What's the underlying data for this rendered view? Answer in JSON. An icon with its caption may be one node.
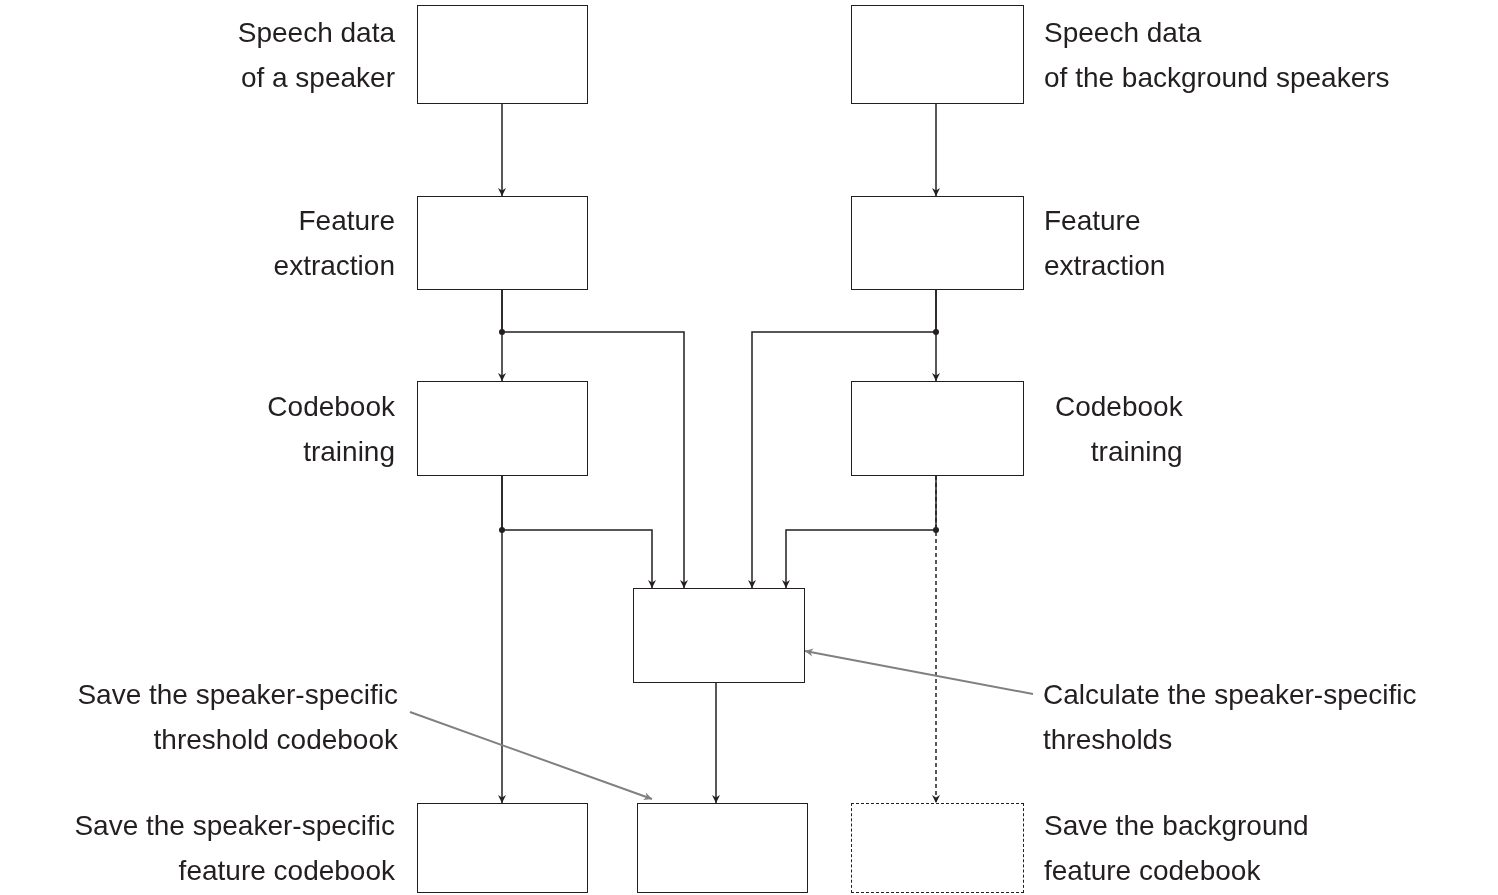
{
  "diagram": {
    "nodes": [
      {
        "text": [],
        "shape": "box",
        "beside": [
          "Speech data of a speaker"
        ]
      },
      {
        "text": [],
        "shape": "box",
        "beside": [
          "Speech data of the background speakers"
        ]
      },
      {
        "text": [],
        "shape": "box",
        "beside": [
          "Feature extraction"
        ]
      },
      {
        "text": [],
        "shape": "box",
        "beside": [
          "Feature extraction"
        ]
      },
      {
        "text": [],
        "shape": "box",
        "beside": [
          "Codebook training"
        ]
      },
      {
        "text": [],
        "shape": "box",
        "beside": [
          "Codebook training"
        ]
      },
      {
        "text": [],
        "shape": "box"
      },
      {
        "text": [
          "Save the speaker-specific threshold codebook"
        ]
      },
      {
        "text": [
          "Calculate the speaker-specific thresholds"
        ]
      },
      {
        "text": [],
        "shape": "box",
        "beside": [
          "Save the speaker-specific feature codebook"
        ]
      },
      {
        "text": [],
        "shape": "box"
      },
      {
        "text": [],
        "shape": "box",
        "beside": [
          "Save the background feature codebook"
        ]
      }
    ],
    "edges": [
      {
        "from": 0,
        "to": 2,
        "arrow": "to"
      },
      {
        "from": 1,
        "to": 3,
        "arrow": "to"
      },
      {
        "from": 2,
        "to": 4,
        "arrow": "to"
      },
      {
        "from": 2,
        "to": 6,
        "arrow": "to"
      },
      {
        "from": 3,
        "to": 5,
        "arrow": "to"
      },
      {
        "from": 3,
        "to": 6,
        "arrow": "to"
      },
      {
        "from": 4,
        "to": 9,
        "arrow": "to"
      },
      {
        "from": 4,
        "to": 6,
        "arrow": "to"
      },
      {
        "from": 5,
        "to": 6,
        "arrow": "to"
      },
      {
        "from": 5,
        "to": 11,
        "arrow": "to",
        "style": "dashed"
      },
      {
        "from": 6,
        "to": 10,
        "arrow": "to"
      },
      {
        "from": 7,
        "to": 10,
        "arrow": "to",
        "color": "#808080"
      },
      {
        "from": 8,
        "to": 6,
        "arrow": "to",
        "color": "#808080"
      }
    ]
  }
}
